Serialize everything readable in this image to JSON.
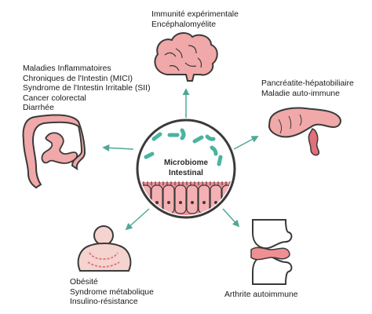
{
  "center": {
    "title_line1": "Microbiome",
    "title_line2": "Intestinal"
  },
  "conditions": {
    "brain": [
      "Immunité expérimentale",
      "Encéphalomyélite"
    ],
    "intestine": [
      "Maladies Inflammatoires",
      "Chroniques de l'Intestin (MICI)",
      "Syndrome de l'Intestin Irritable (SII)",
      "Cancer colorectal",
      "Diarrhée"
    ],
    "pancreas": [
      "Pancréatite-hépatobiliaire",
      "Maladie auto-immune"
    ],
    "body": [
      "Obésité",
      "Syndrome métabolique",
      "Insulino-résistance"
    ],
    "joint": [
      "Arthrite autoimmune"
    ]
  },
  "colors": {
    "organ_fill": "#f0a8a8",
    "organ_dark": "#e0707a",
    "outline": "#3a3a3a",
    "arrow": "#4fa896",
    "bacteria": "#49b3a0",
    "villi": "#ef8f94",
    "center_fill": "#ffffff"
  }
}
